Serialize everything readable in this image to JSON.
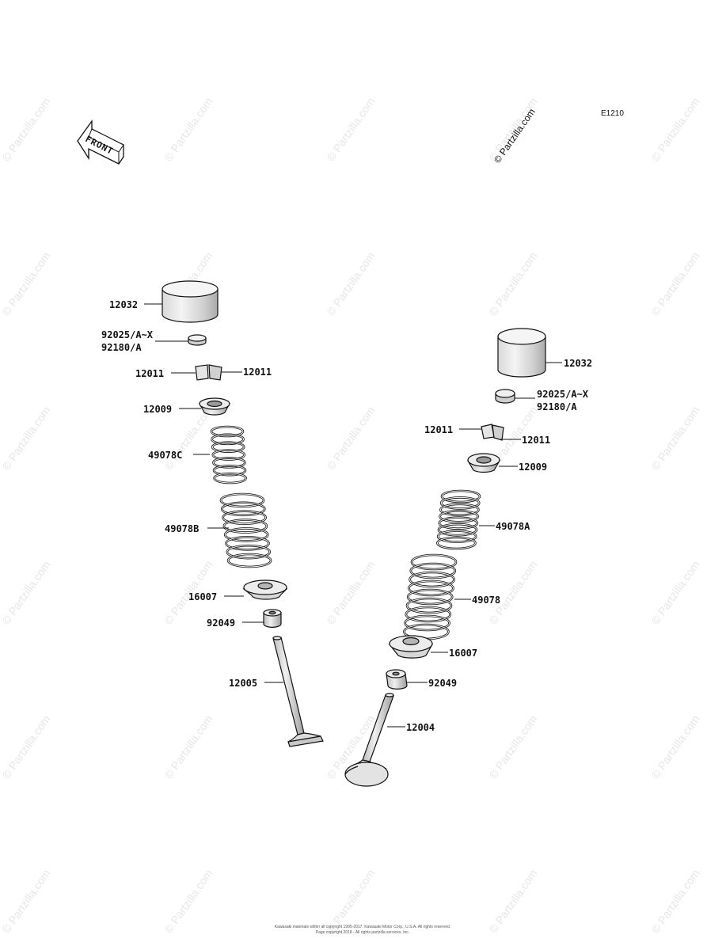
{
  "diagram_code": "E1210",
  "copyright_mark": "© Partzilla.com",
  "watermark_text": "© Partzilla.com",
  "front_label": "FRONT",
  "footer_lines": [
    "Kawasaki materials within all copyright 1995-2017. Kawasaki Motor Corp., U.S.A. All rights reserved.",
    "Page copyright 2018 - All rights partzilla services, Inc."
  ],
  "parts": {
    "left": {
      "tappet": "12032",
      "shim": [
        "92025/A~X",
        "92180/A"
      ],
      "cotter_a": "12011",
      "cotter_b": "12011",
      "retainer": "12009",
      "inner_spring": "49078C",
      "outer_spring": "49078B",
      "spring_seat": "16007",
      "stem_seal": "92049",
      "valve": "12005"
    },
    "right": {
      "tappet": "12032",
      "shim": [
        "92025/A~X",
        "92180/A"
      ],
      "cotter_a": "12011",
      "cotter_b": "12011",
      "retainer": "12009",
      "inner_spring": "49078A",
      "outer_spring": "49078",
      "spring_seat": "16007",
      "stem_seal": "92049",
      "valve": "12004"
    }
  }
}
